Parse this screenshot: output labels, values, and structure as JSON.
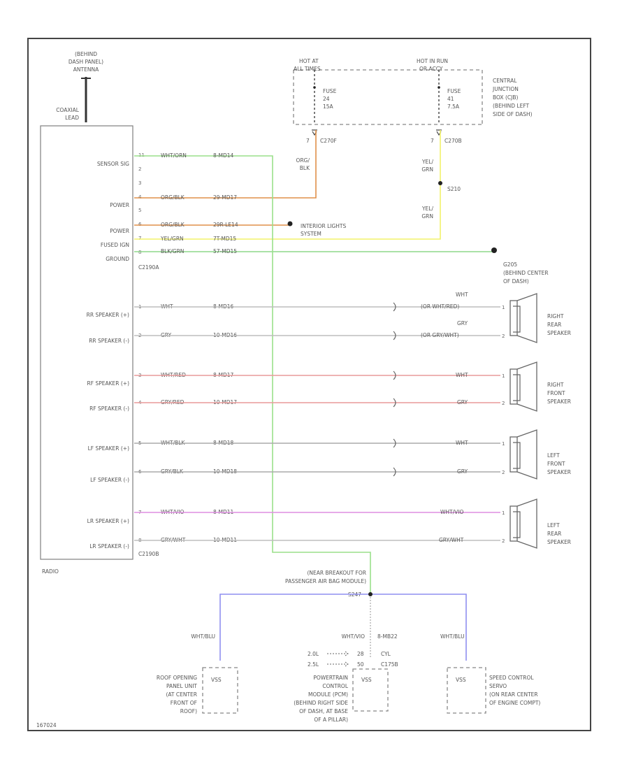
{
  "diagram": {
    "antenna": [
      "(BEHIND",
      "DASH PANEL)",
      "ANTENNA"
    ],
    "coaxial": [
      "COAXIAL",
      "LEAD"
    ],
    "radio_label": "RADIO",
    "radio_pins": {
      "sensor_sig": "SENSOR SIG",
      "power_1": "POWER",
      "power_2": "POWER",
      "fused_ign": "FUSED IGN",
      "ground": "GROUND",
      "rr_plus": "RR SPEAKER (+)",
      "rr_minus": "RR SPEAKER (-)",
      "rf_plus": "RF SPEAKER (+)",
      "rf_minus": "RF SPEAKER (-)",
      "lf_plus": "LF SPEAKER (+)",
      "lf_minus": "LF SPEAKER (-)",
      "lr_plus": "LR SPEAKER (+)",
      "lr_minus": "LR SPEAKER (-)"
    },
    "connector_a": "C2190A",
    "connector_b": "C2190B",
    "pin_numbers": [
      "11",
      "2",
      "3",
      "4",
      "5",
      "6",
      "7",
      "8",
      "1",
      "2",
      "3",
      "4",
      "5",
      "6",
      "7",
      "8"
    ],
    "wires": {
      "sensor": [
        "WHT/ORN",
        "8-MD14"
      ],
      "power1": [
        "ORG/BLK",
        "29-MD17"
      ],
      "power2": [
        "ORG/BLK",
        "29R-LE14"
      ],
      "ign": [
        "YEL/GRN",
        "7T-MD15"
      ],
      "ground": [
        "BLK/GRN",
        "57-MD15"
      ],
      "rr_p": [
        "WHT",
        "8-MD16"
      ],
      "rr_m": [
        "GRY",
        "10-MD16"
      ],
      "rf_p": [
        "WHT/RED",
        "8-MD17"
      ],
      "rf_m": [
        "GRY/RED",
        "10-MD17"
      ],
      "lf_p": [
        "WHT/BLK",
        "8-MD18"
      ],
      "lf_m": [
        "GRY/BLK",
        "10-MD18"
      ],
      "lr_p": [
        "WHT/VIO",
        "8-MD11"
      ],
      "lr_m": [
        "GRY/WHT",
        "10-MD11"
      ]
    },
    "speaker_side": {
      "rr_p": [
        "WHT",
        "(OR WHT/RED)"
      ],
      "rr_m": [
        "GRY",
        "(OR GRY/WHT)"
      ],
      "rf_p": "WHT",
      "rf_m": "GRY",
      "lf_p": "WHT",
      "lf_m": "GRY",
      "lr_p": "WHT/VIO",
      "lr_m": "GRY/WHT"
    },
    "speakers": {
      "rr": [
        "RIGHT",
        "REAR",
        "SPEAKER"
      ],
      "rf": [
        "RIGHT",
        "FRONT",
        "SPEAKER"
      ],
      "lf": [
        "LEFT",
        "FRONT",
        "SPEAKER"
      ],
      "lr": [
        "LEFT",
        "REAR",
        "SPEAKER"
      ]
    },
    "fuse_hot1": [
      "HOT AT",
      "ALL TIMES"
    ],
    "fuse_hot2": [
      "HOT IN RUN",
      "OR ACCY"
    ],
    "fuse1": [
      "FUSE",
      "24",
      "15A"
    ],
    "fuse2": [
      "FUSE",
      "41",
      "7.5A"
    ],
    "cjb": [
      "CENTRAL",
      "JUNCTION",
      "BOX (CJB)",
      "(BEHIND LEFT",
      "SIDE OF DASH)"
    ],
    "c270f": "C270F",
    "c270b": "C270B",
    "pin7a": "7",
    "pin7b": "7",
    "org_blk": [
      "ORG/",
      "BLK"
    ],
    "yel_grn_1": [
      "YEL/",
      "GRN"
    ],
    "yel_grn_2": [
      "YEL/",
      "GRN"
    ],
    "s210": "S210",
    "interior": [
      "INTERIOR LIGHTS",
      "SYSTEM"
    ],
    "g205": [
      "G205",
      "(BEHIND CENTER",
      "OF DASH)"
    ],
    "breakout": [
      "(NEAR BREAKOUT FOR",
      "PASSENGER AIR BAG MODULE)"
    ],
    "s247": "S247",
    "wht_blu_left": "WHT/BLU",
    "wht_blu_right": "WHT/BLU",
    "wht_vio": "WHT/VIO",
    "code_8mb22": "8-MB22",
    "l20": "2.0L",
    "l25": "2.5L",
    "pin28": "28",
    "pin50": "50",
    "cyl_label": "CYL",
    "c175b": "C175B",
    "vss1": "VSS",
    "vss2": "VSS",
    "vss3": "VSS",
    "roof": [
      "ROOF OPENING",
      "PANEL UNIT",
      "(AT CENTER",
      "FRONT OF",
      "ROOF)"
    ],
    "pcm": [
      "POWERTRAIN",
      "CONTROL",
      "MODULE (PCM)",
      "(BEHIND RIGHT SIDE",
      "OF DASH, AT BASE",
      "OF A PILLAR)"
    ],
    "speed": [
      "SPEED CONTROL",
      "SERVO",
      "(ON REAR CENTER",
      "OF ENGINE COMPT)"
    ],
    "footer_code": "167024",
    "wire_colors": {
      "sensor": "#9adf8a",
      "power": "#e0904a",
      "ign": "#f2f26a",
      "ground": "#8ed88a",
      "neutral": "#bdbdbd",
      "rf": "#e89a9a",
      "lf": "#aaaaaa",
      "lr": "#dd8ee0",
      "vss": "#8f8ff0"
    }
  }
}
